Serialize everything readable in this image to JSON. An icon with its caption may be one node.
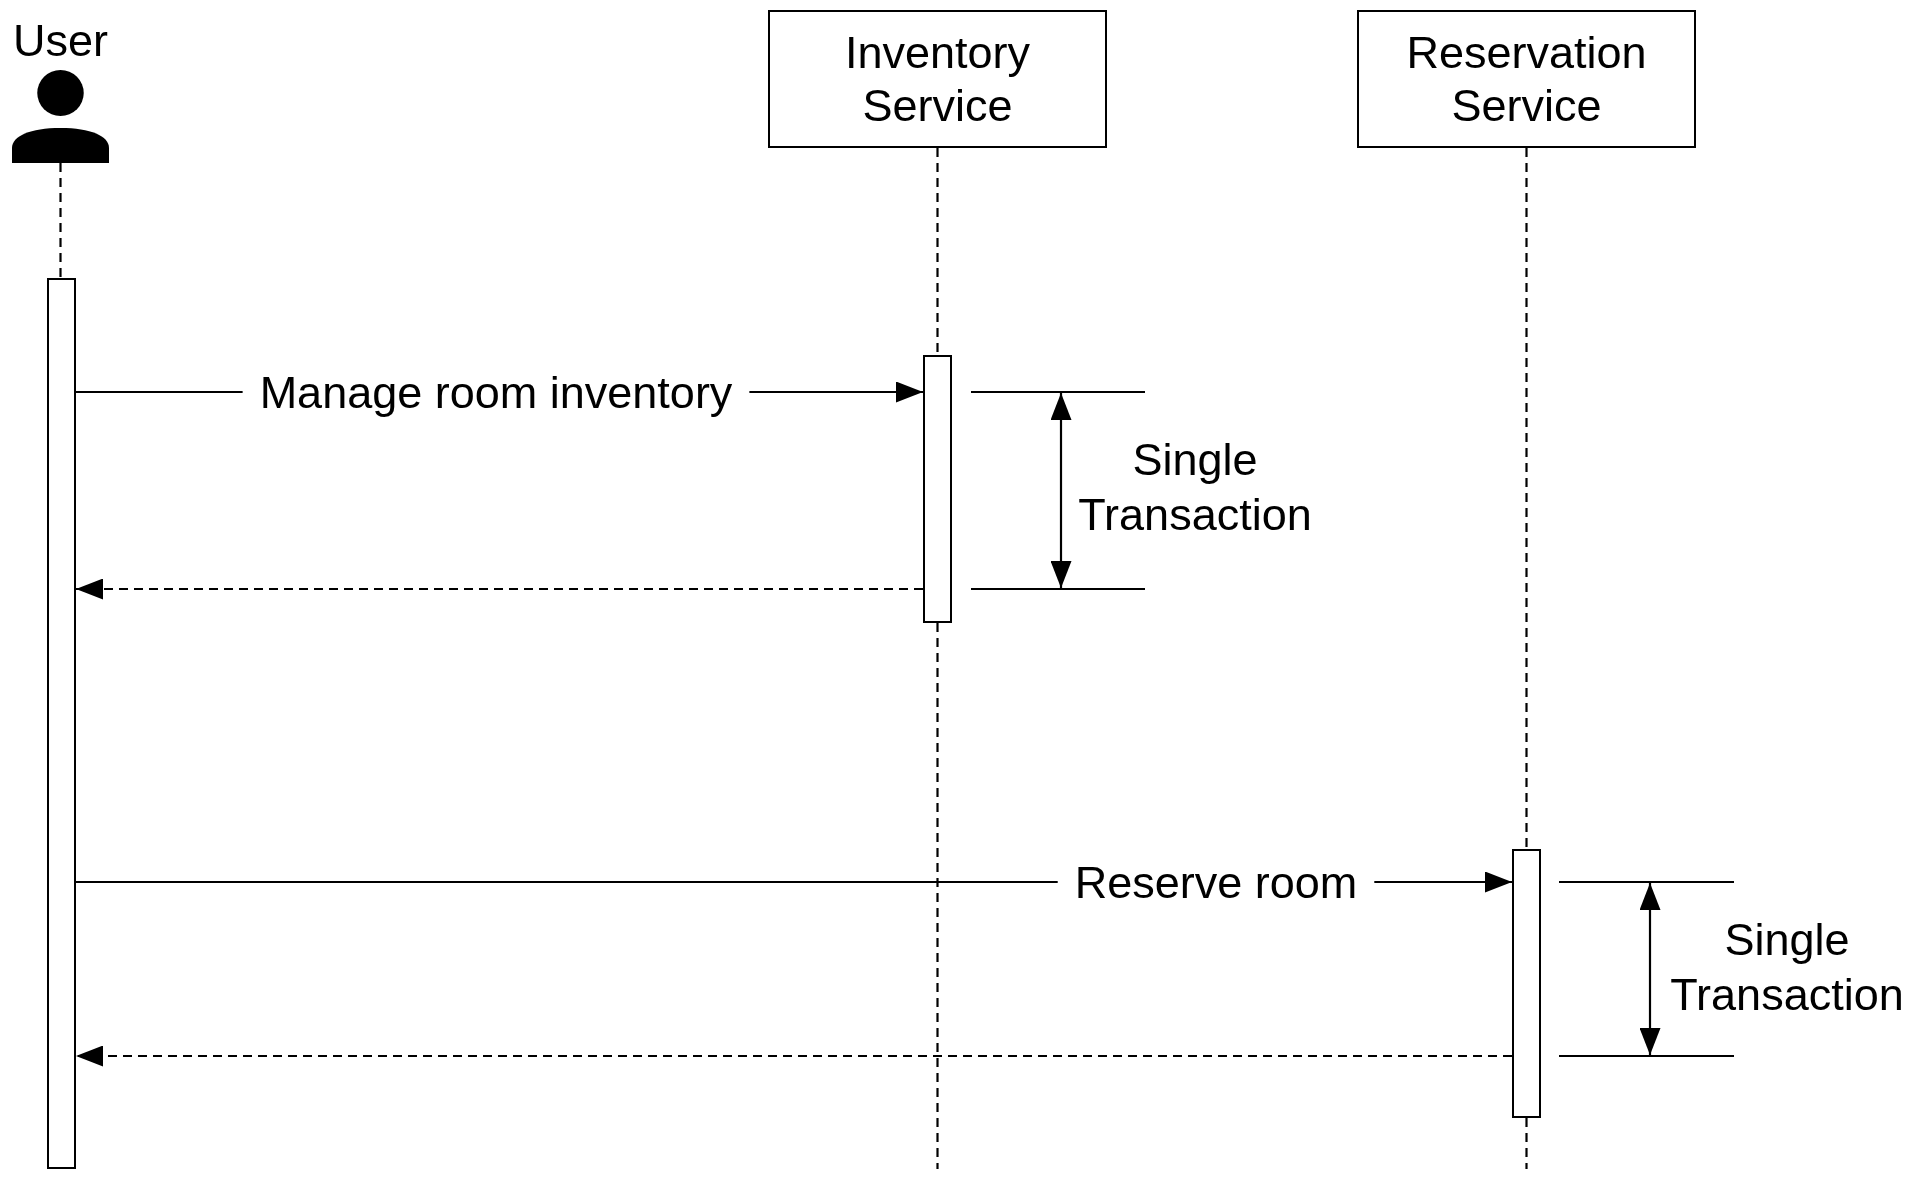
{
  "diagram": {
    "nodes": [
      {
        "text": [
          "User"
        ]
      },
      {
        "text": [
          "Inventory Service"
        ]
      },
      {
        "text": [
          "Reservation Service"
        ]
      },
      {
        "text": [],
        "shape": "bar"
      },
      {
        "text": [],
        "shape": "bar"
      },
      {
        "text": [],
        "shape": "bar"
      }
    ],
    "edges": [
      {
        "from": 0,
        "to": 3,
        "arrow": "none",
        "style": "dashed"
      },
      {
        "from": 1,
        "to": 4,
        "arrow": "none",
        "style": "dashed"
      },
      {
        "from": 4,
        "to": null,
        "arrow": "none",
        "style": "dashed"
      },
      {
        "from": 2,
        "to": 5,
        "arrow": "none",
        "style": "dashed"
      },
      {
        "from": 5,
        "to": null,
        "arrow": "none",
        "style": "dashed"
      },
      {
        "from": 3,
        "to": 4,
        "arrow": "to",
        "label": "Manage room inventory"
      },
      {
        "from": 4,
        "to": 3,
        "arrow": "to",
        "style": "dashed"
      },
      {
        "from": 3,
        "to": 5,
        "arrow": "to",
        "label": "Reserve room"
      },
      {
        "from": 5,
        "to": 3,
        "arrow": "to",
        "style": "dashed"
      }
    ],
    "labels": [
      "Single Transaction",
      "Single Transaction"
    ]
  }
}
